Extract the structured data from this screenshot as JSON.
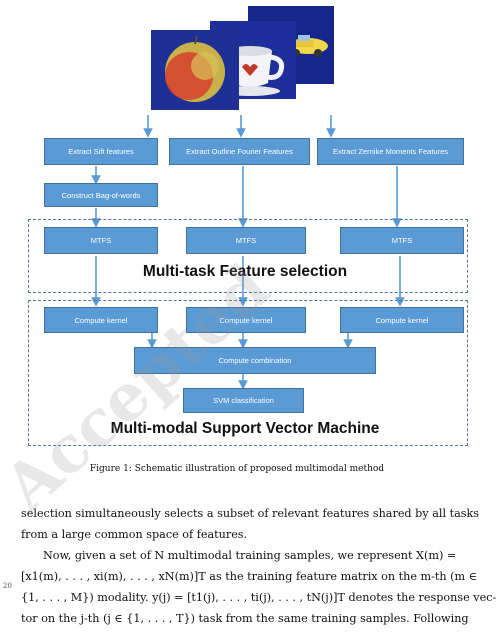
{
  "diagram": {
    "images": [
      {
        "name": "car-photo",
        "alt": "toy car"
      },
      {
        "name": "cup-photo",
        "alt": "cup"
      },
      {
        "name": "apple-photo",
        "alt": "apple"
      }
    ],
    "feature_boxes": [
      "Extract Sift features",
      "Extract Outline Fourier Features",
      "Extract Zernike Moments Features"
    ],
    "bag_of_words": "Construct Bag-of-words",
    "mtfs_boxes": [
      "MTFS",
      "MTFS",
      "MTFS"
    ],
    "mtfs_title": "Multi-task Feature selection",
    "kernel_boxes": [
      "Compute kernel",
      "Compute kernel",
      "Compute kernel"
    ],
    "combination": "Compute combination",
    "svm": "SVM classification",
    "svm_title": "Multi-modal Support Vector Machine",
    "colors": {
      "box": "#5b9bd5",
      "dash": "#4a78a8",
      "photo_bg": "#1a2a8a"
    }
  },
  "caption": "Figure 1: Schematic illustration of proposed multimodal method",
  "body_lines": [
    "selection simultaneously selects a subset of relevant features shared by all tasks",
    "from a large common space of features.",
    "Now, given a set of N multimodal training samples, we represent X(m) =",
    "[x1(m), . . . , xi(m), . . . , xN(m)]T as the training feature matrix on the m-th (m ∈",
    "{1, . . . , M}) modality. y(j) = [t1(j), . . . , ti(j), . . . , tN(j)]T denotes the response vec-",
    "tor on the j-th (j ∈ {1, . . . , T}) task from the same training samples. Following"
  ],
  "line_number": "20",
  "watermark": "Accepted"
}
